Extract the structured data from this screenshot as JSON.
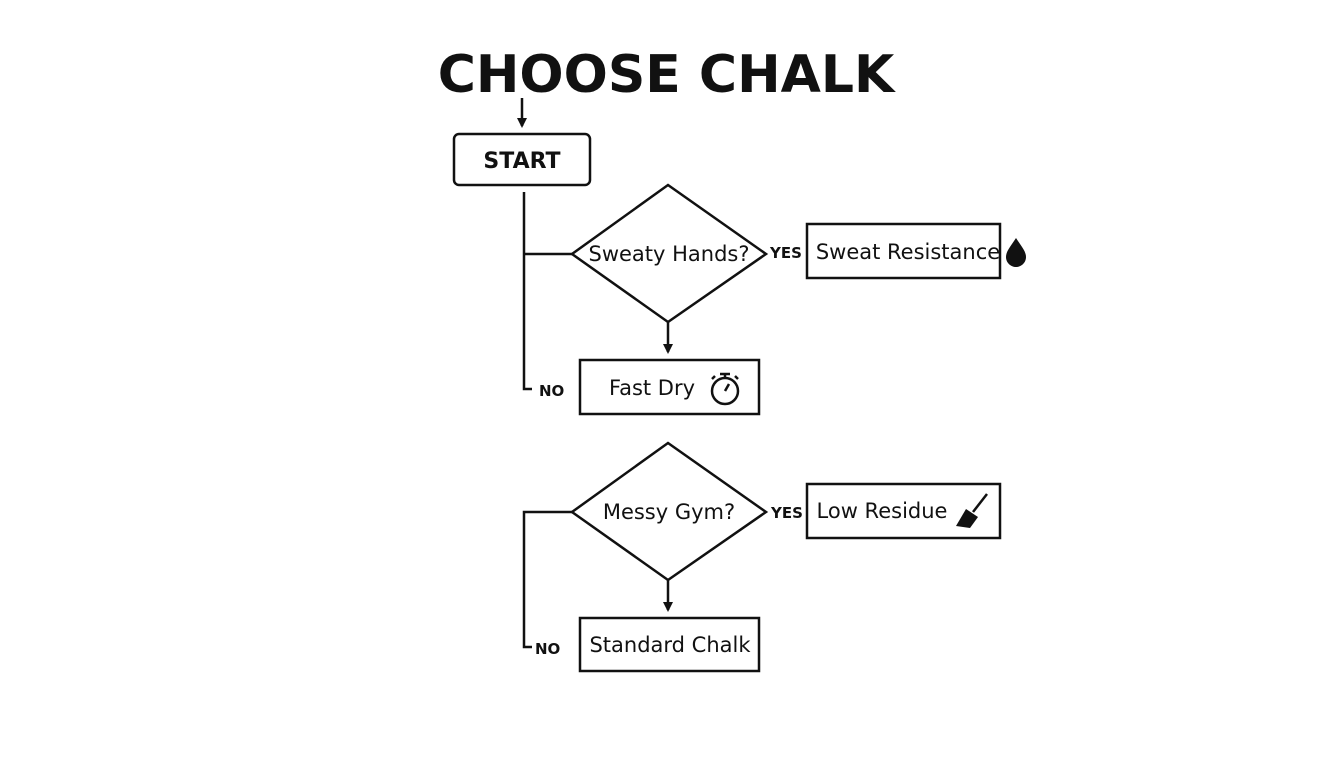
{
  "title": "CHOOSE CHALK",
  "nodes": {
    "start": "START",
    "q_sweaty": "Sweaty Hands?",
    "sweat_resistance": "Sweat Resistance",
    "fast_dry": "Fast Dry",
    "q_messy": "Messy Gym?",
    "low_residue": "Low Residue",
    "standard_chalk": "Standard Chalk"
  },
  "edges": {
    "yes": "YES",
    "no": "NO"
  },
  "icons": {
    "sweat_resistance": "water-drop-icon",
    "fast_dry": "stopwatch-icon",
    "low_residue": "broom-icon"
  }
}
